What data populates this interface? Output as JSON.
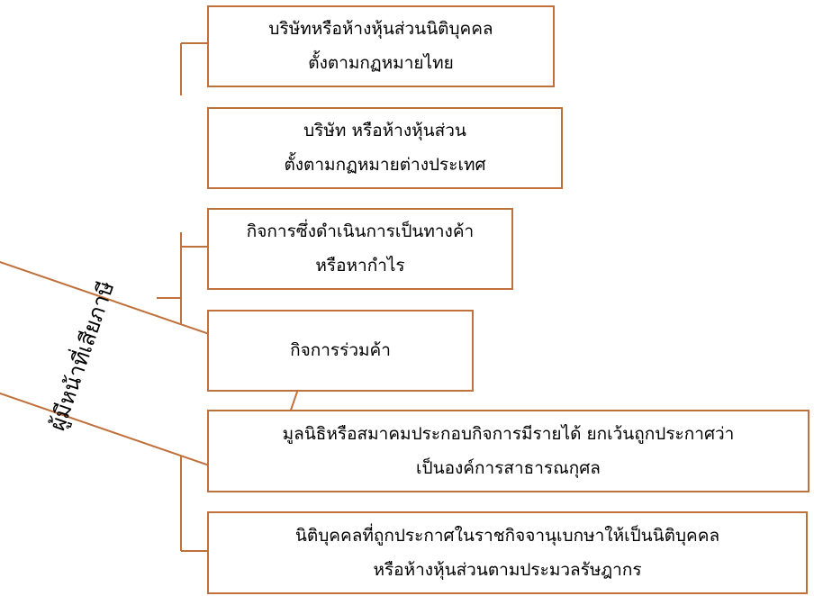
{
  "root": {
    "label": "ผู้มีหน้าที่เสียภาษี"
  },
  "items": [
    {
      "line1": "บริษัทหรือห้างหุ้นส่วนนิติบุคคล",
      "line2": "ตั้งตามกฏหมายไทย"
    },
    {
      "line1": "บริษัท   หรือห้างหุ้นส่วน",
      "line2": "ตั้งตามกฏหมายต่างประเทศ"
    },
    {
      "line1": "กิจการซึ่งดำเนินการเป็นทางค้า",
      "line2": "หรือหากำไร"
    },
    {
      "line1": "กิจการร่วมค้า",
      "line2": ""
    },
    {
      "line1": "มูลนิธิหรือสมาคมประกอบกิจการมีรายได้   ยกเว้นถูกประกาศว่า",
      "line2": "เป็นองค์การสาธารณกุศล"
    },
    {
      "line1": "นิติบุคคลที่ถูกประกาศในราชกิจจานุเบกษาให้เป็นนิติบุคคล",
      "line2": "หรือห้างหุ้นส่วนตามประมวลรัษฎากร"
    }
  ],
  "colors": {
    "border": "#c0703a",
    "connector": "#c0703a",
    "text": "#000000"
  }
}
